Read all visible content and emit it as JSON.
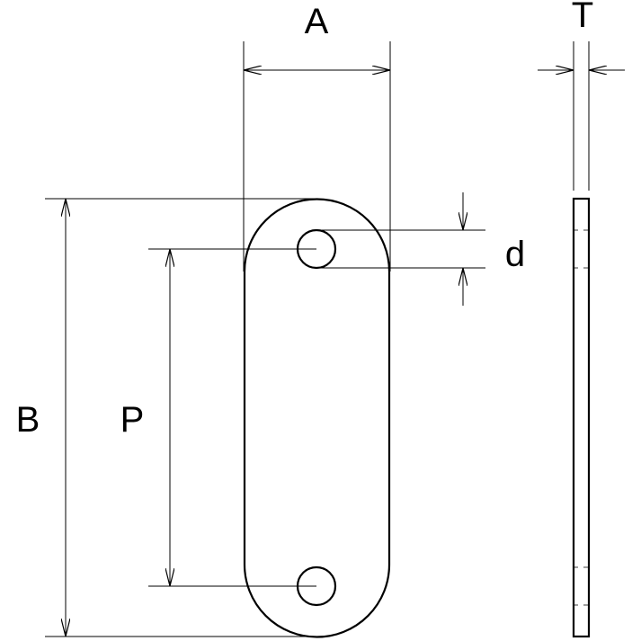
{
  "dimensions": {
    "width": "A",
    "thickness": "T",
    "hole_diameter": "d",
    "overall_length": "B",
    "hole_pitch": "P"
  },
  "colors": {
    "line": "#000000",
    "background": "#ffffff"
  }
}
